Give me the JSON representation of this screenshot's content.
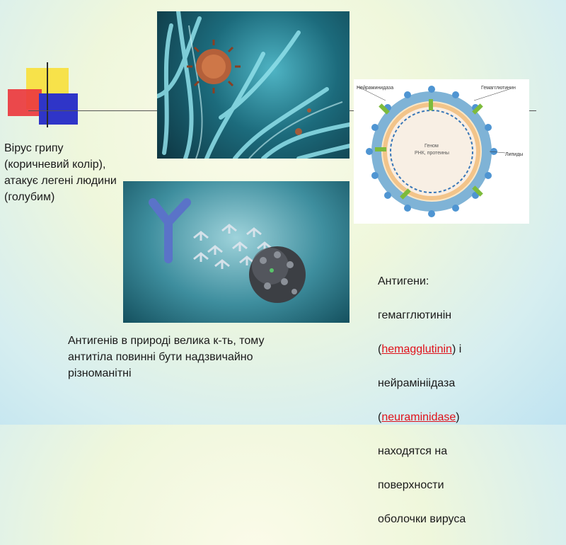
{
  "slide": {
    "caption_virus": "Вірус грипу\n(коричневий колір),\nатакує  легені людини\n(голубим)",
    "caption_antigens_nature": "Антигенів в природі велика к-ть, тому\nантитіла повинні бути надзвичайно\nрізноманітні",
    "antigens_block": {
      "line1": "Антигени:",
      "line2": "гемагглютинін",
      "open1": "(",
      "link1": "hemagglutinin",
      "close1": ") і",
      "line4": "нейрамініідаза",
      "open2": "(",
      "link2": "neuraminidase",
      "close2": ")",
      "line6": "находятся на",
      "line7": "поверхности",
      "line8": "оболочки вируса"
    },
    "diagram": {
      "label_neuraminidase": "Нейраминидаза",
      "label_hemagglutinin": "Гемагглютинин",
      "label_genome": "Геном",
      "label_rna": "РНК, протеины",
      "label_lipids": "Липиды"
    },
    "colors": {
      "link": "#e0111a",
      "deco_yellow": "#f7e24a",
      "deco_red": "#e8343a",
      "deco_blue": "#2e33c7"
    }
  }
}
